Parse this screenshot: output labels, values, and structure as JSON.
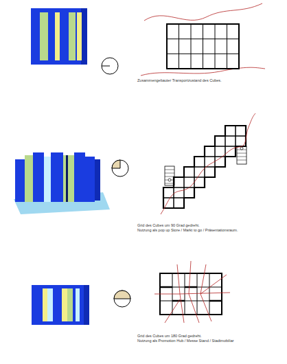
{
  "diagram": {
    "labels": [
      "Zusammengebauter Transportzustand des Cubes.",
      "Grid des Cubes um 90 Grad gedreht.",
      "Nutzung als pop up Store / Markt to go / Präsentationsraum.",
      "Grid des Cubes um 180 Grad gedreht.",
      "Nutzung als Promotion Hub / Messe Stand / Stadtmobiliar"
    ]
  }
}
